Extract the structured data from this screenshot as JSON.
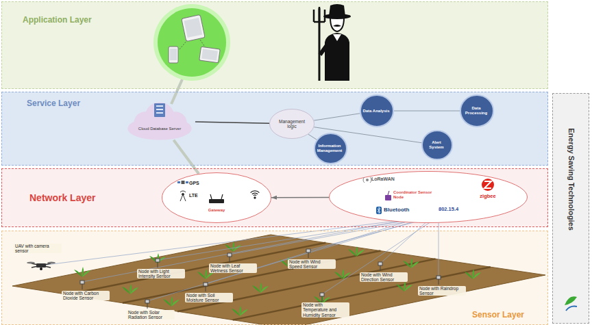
{
  "diagram": {
    "nodes": [
      {
        "text": [
          "Application Layer"
        ]
      },
      {
        "text": [
          "Service Layer"
        ]
      },
      {
        "text": [
          "Cloud Database Server"
        ],
        "in": 1
      },
      {
        "text": [
          "Management logic"
        ],
        "in": 1
      },
      {
        "text": [
          "Data Analysis"
        ],
        "in": 1
      },
      {
        "text": [
          "Data Processing"
        ],
        "in": 1
      },
      {
        "text": [
          "Alert System"
        ],
        "in": 1
      },
      {
        "text": [
          "Information Management"
        ],
        "in": 1
      },
      {
        "text": [
          "Network Layer"
        ]
      },
      {
        "text": [
          "GPS",
          "LTE",
          "Gateway"
        ],
        "in": 8
      },
      {
        "text": [
          "LoRaWAN",
          "zigbee",
          "Coordinator Sensor Node",
          "Bluetooth",
          "802.15.4"
        ],
        "in": 8
      },
      {
        "text": [
          "Sensor Layer"
        ]
      },
      {
        "text": [
          "Energy Saving Technologies"
        ]
      }
    ],
    "edges": [
      {
        "from": 9,
        "to": 2,
        "arrow": "none"
      },
      {
        "from": 2,
        "to": 3,
        "arrow": "none"
      },
      {
        "from": 3,
        "to": 4,
        "arrow": "none"
      },
      {
        "from": 3,
        "to": 7,
        "arrow": "none"
      },
      {
        "from": 3,
        "to": 6,
        "arrow": "none"
      },
      {
        "from": 4,
        "to": 5,
        "arrow": "none"
      },
      {
        "from": 10,
        "to": 9,
        "arrow": "to"
      }
    ],
    "labels": [
      "UAV with camera sensor",
      "Node with Light Intensity Sensor",
      "Node with Leaf Wetness Sensor",
      "Node with Wind Speed Sensor",
      "Node with Carbon Dioxide Sensor",
      "Node with Soil Moisture Sensor",
      "Node with Wind Direction Sensor",
      "Node with Raindrop Sensor",
      "Node with Solar Radiation Sensor",
      "Node with Temperature and Humidity Sensor"
    ]
  }
}
